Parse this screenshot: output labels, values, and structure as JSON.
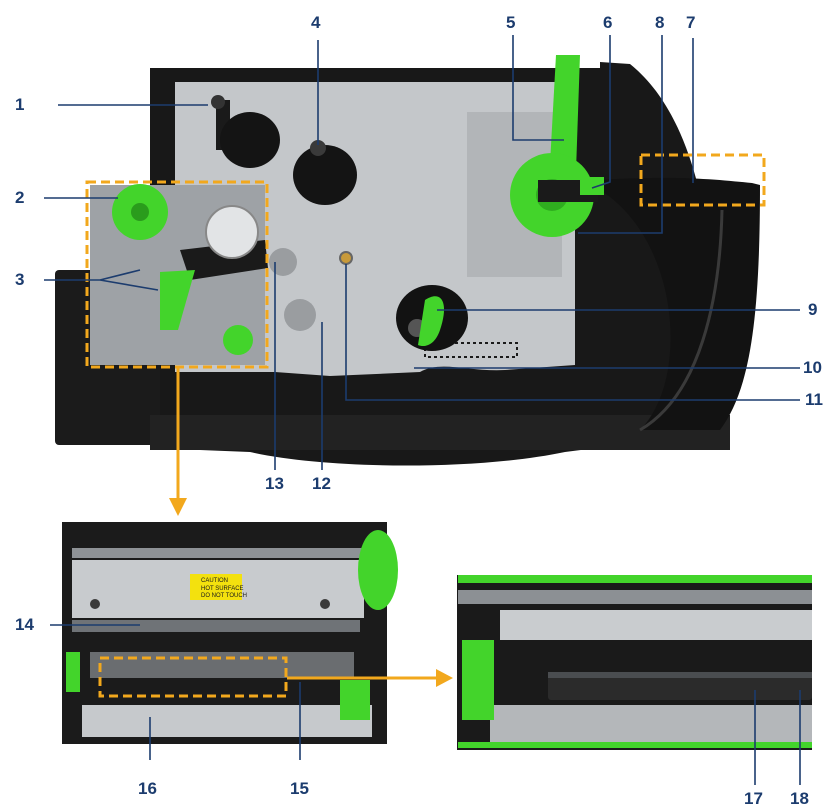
{
  "colors": {
    "callout_text": "#1c3c6e",
    "leader_line": "#1c3c6e",
    "highlight_dash": "#f2a81d",
    "arrow": "#f2a81d",
    "accent_green": "#43d42b",
    "panel_gray": "#bfc2c5",
    "housing_black": "#141414"
  },
  "callouts": [
    {
      "id": "1",
      "label": "1"
    },
    {
      "id": "2",
      "label": "2"
    },
    {
      "id": "3",
      "label": "3"
    },
    {
      "id": "4",
      "label": "4"
    },
    {
      "id": "5",
      "label": "5"
    },
    {
      "id": "6",
      "label": "6"
    },
    {
      "id": "7",
      "label": "7"
    },
    {
      "id": "8",
      "label": "8"
    },
    {
      "id": "9",
      "label": "9"
    },
    {
      "id": "10",
      "label": "10"
    },
    {
      "id": "11",
      "label": "11"
    },
    {
      "id": "12",
      "label": "12"
    },
    {
      "id": "13",
      "label": "13"
    },
    {
      "id": "14",
      "label": "14"
    },
    {
      "id": "15",
      "label": "15"
    },
    {
      "id": "16",
      "label": "16"
    },
    {
      "id": "17",
      "label": "17"
    },
    {
      "id": "18",
      "label": "18"
    }
  ],
  "printhead_sticker": {
    "line1": "CAUTION",
    "line2": "HOT SURFACE",
    "line3": "DO NOT TOUCH"
  }
}
